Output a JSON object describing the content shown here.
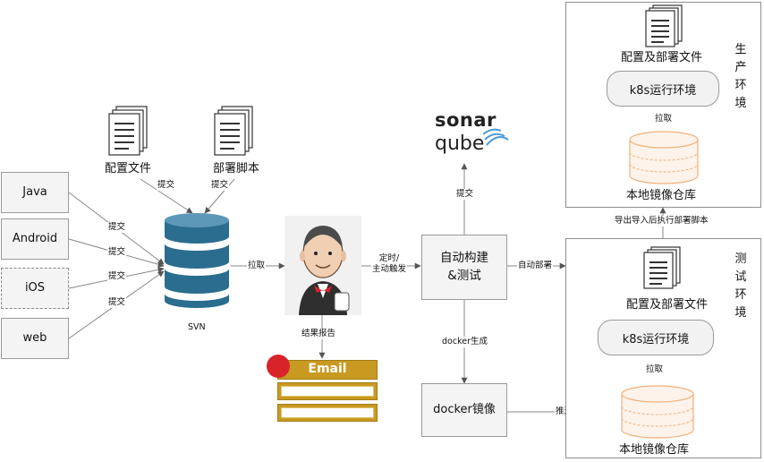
{
  "sources": [
    {
      "label": "Java",
      "dashed": false
    },
    {
      "label": "Android",
      "dashed": false
    },
    {
      "label": "iOS",
      "dashed": true
    },
    {
      "label": "web",
      "dashed": false
    }
  ],
  "docs": {
    "config": "配置文件",
    "deploy": "部署脚本"
  },
  "svn": {
    "label": "SVN"
  },
  "edges": {
    "submit": "提交",
    "pull": "拉取",
    "trigger": "定时/\n主动触发",
    "auto_deploy": "自动部署",
    "docker_gen": "docker生成",
    "push": "推送",
    "export": "导出导入后执行部署脚本",
    "report": "结果报告"
  },
  "build": {
    "label": "自动构建\n&测试"
  },
  "docker": {
    "label": "docker镜像"
  },
  "sonar": {
    "line1": "sonar",
    "line2": "qube"
  },
  "email": {
    "label": "Email"
  },
  "prod_env": {
    "title": "生产环境",
    "docs": "配置及部署文件",
    "k8s": "k8s运行环境",
    "pull": "拉取",
    "repo": "本地镜像仓库"
  },
  "test_env": {
    "title": "测试环境",
    "docs": "配置及部署文件",
    "k8s": "k8s运行环境",
    "pull": "拉取",
    "repo": "本地镜像仓库"
  },
  "colors": {
    "svn_blue": "#2b6d8e",
    "svn_light": "#5d98b8",
    "email_gold": "#c89a22",
    "email_dot": "#d8232a",
    "repo_orange": "#f0b07a",
    "repo_fill": "#fdf3ea",
    "sonar_blue": "#4f9bd3"
  }
}
